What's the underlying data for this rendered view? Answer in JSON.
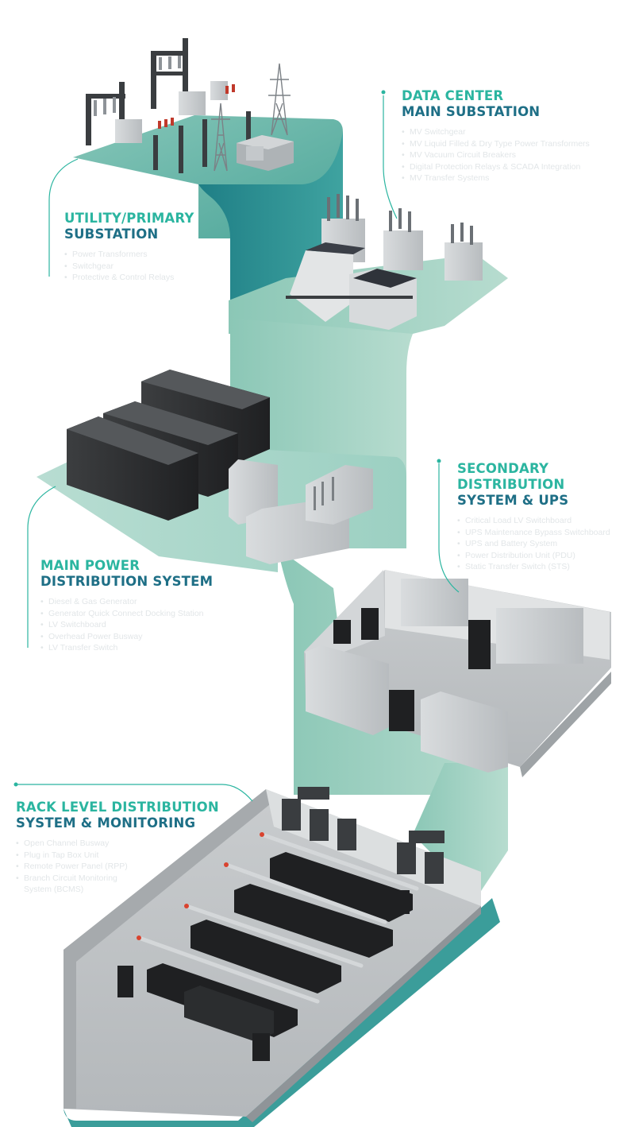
{
  "sections": {
    "utility": {
      "title_line1": "UTILITY/PRIMARY",
      "title_line2": "SUBSTATION",
      "items": [
        "Power Transformers",
        "Switchgear",
        "Protective & Control Relays"
      ]
    },
    "datacenter": {
      "title_line1": "DATA CENTER",
      "title_line2": "MAIN SUBSTATION",
      "items": [
        "MV Switchgear",
        "MV Liquid Filled & Dry Type Power Transformers",
        "MV Vacuum Circuit Breakers",
        "Digital Protection Relays & SCADA Integration",
        "MV Transfer Systems"
      ]
    },
    "secondary": {
      "title_line1": "SECONDARY DISTRIBUTION",
      "title_line2": "SYSTEM & UPS",
      "items": [
        "Critical Load LV Switchboard",
        "UPS Maintenance Bypass Switchboard",
        "UPS and Battery System",
        "Power Distribution Unit (PDU)",
        "Static Transfer Switch (STS)"
      ]
    },
    "main_power": {
      "title_line1": "MAIN POWER",
      "title_line2": "DISTRIBUTION SYSTEM",
      "items": [
        "Diesel & Gas Generator",
        "Generator Quick Connect Docking Station",
        "LV Switchboard",
        "Overhead Power Busway",
        "LV Transfer Switch"
      ]
    },
    "rack": {
      "title_line1": "RACK LEVEL DISTRIBUTION",
      "title_line2": "SYSTEM & MONITORING",
      "items": [
        "Open Channel Busway",
        "Plug in Tap Box Unit",
        "Remote Power Panel (RPP)",
        "Branch Circuit Monitoring",
        "System (BCMS)"
      ]
    }
  },
  "colors": {
    "title_teal": "#2bb5a0",
    "title_blue": "#1e6f86",
    "ribbon_dark": "#2a8c8c",
    "ribbon_light": "#8fcbb8",
    "platform_top": "#6ab7a8",
    "equipment_grey": "#c9cdd0",
    "equipment_dark": "#2a2c2e"
  }
}
